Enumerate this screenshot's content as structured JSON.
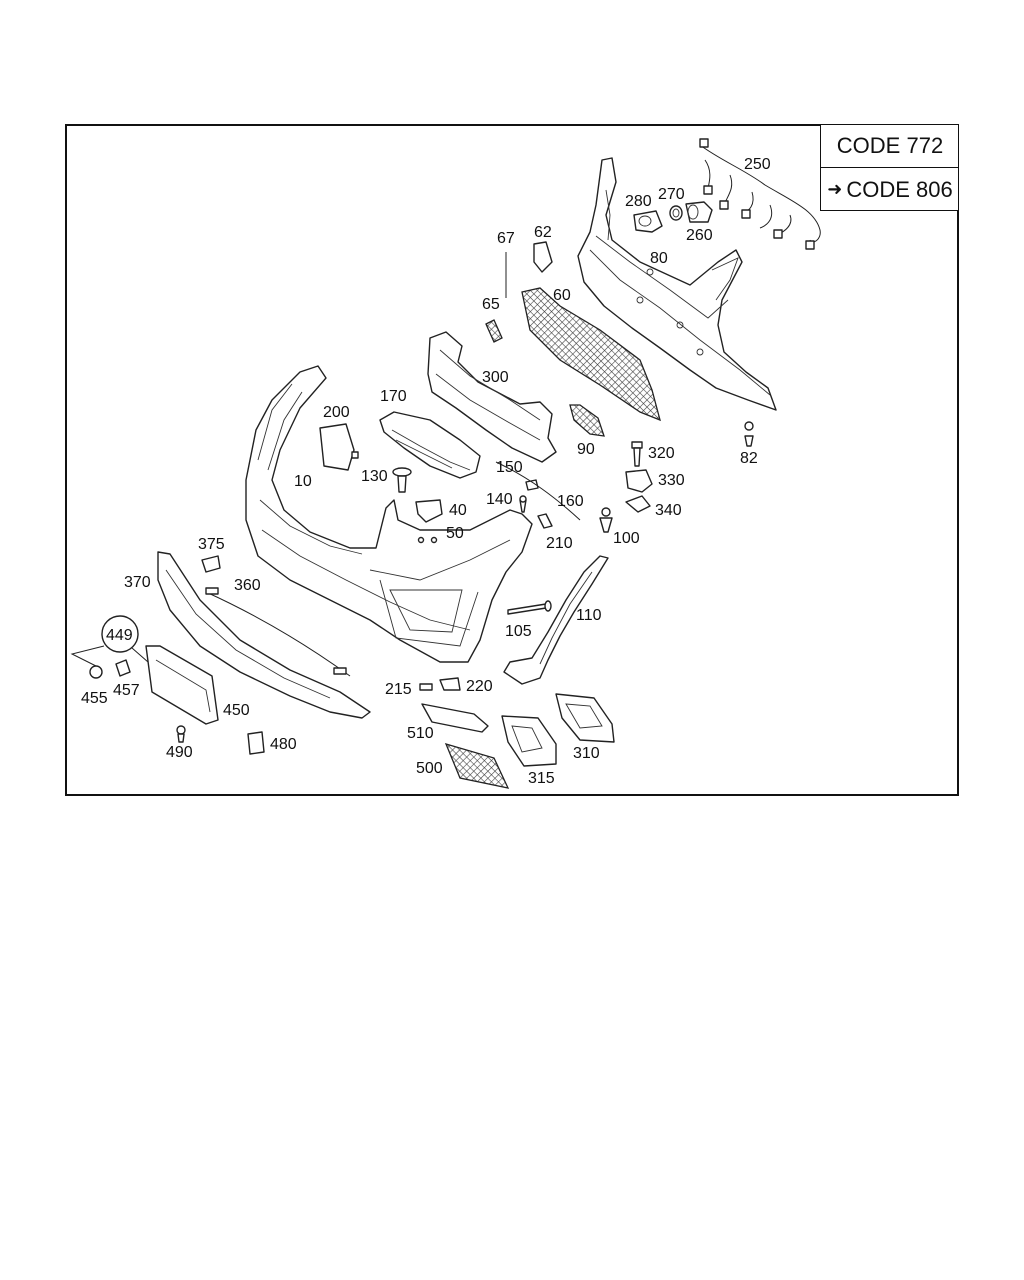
{
  "codes": {
    "code1": "CODE 772",
    "code2": "CODE 806",
    "code2_icon": "right-arrow-icon"
  },
  "parts": {
    "p10": "10",
    "p40": "40",
    "p50": "50",
    "p60": "60",
    "p62": "62",
    "p65": "65",
    "p67": "67",
    "p80": "80",
    "p82": "82",
    "p90": "90",
    "p100": "100",
    "p105": "105",
    "p110": "110",
    "p130": "130",
    "p140": "140",
    "p150": "150",
    "p160": "160",
    "p170": "170",
    "p200": "200",
    "p210": "210",
    "p215": "215",
    "p220": "220",
    "p250": "250",
    "p260": "260",
    "p270": "270",
    "p280": "280",
    "p300": "300",
    "p310": "310",
    "p315": "315",
    "p320": "320",
    "p330": "330",
    "p340": "340",
    "p360": "360",
    "p370": "370",
    "p375": "375",
    "p449": "449",
    "p450": "450",
    "p455": "455",
    "p457": "457",
    "p480": "480",
    "p490": "490",
    "p500": "500",
    "p510": "510"
  }
}
